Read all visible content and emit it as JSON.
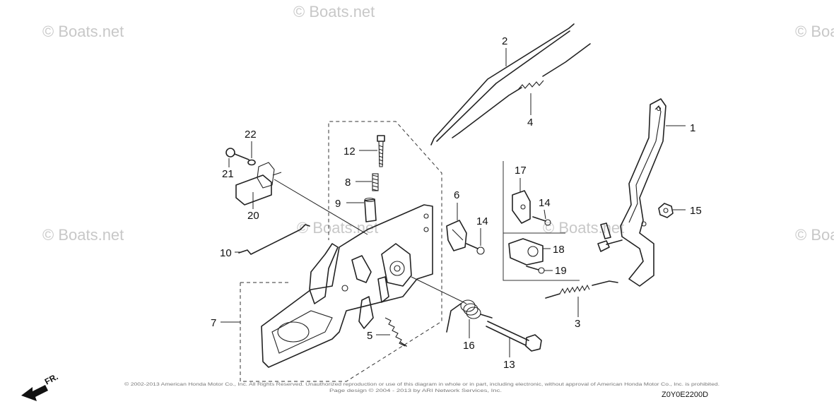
{
  "watermark": "© Boats.net",
  "diagram_code": "Z0Y0E2200D",
  "front_label": "FR.",
  "copyright": {
    "line1": "© 2002-2013 American Honda Motor Co., Inc. All Rights Reserved. Unauthorized reproduction or use of this diagram in whole or in part, including electronic, without approval of American Honda Motor Co., Inc. is prohibited.",
    "line2": "Page design © 2004 - 2013 by ARI Network Services, Inc."
  },
  "callouts": [
    "1",
    "2",
    "3",
    "4",
    "5",
    "6",
    "7",
    "8",
    "9",
    "10",
    "12",
    "13",
    "14",
    "14",
    "15",
    "16",
    "17",
    "18",
    "19",
    "20",
    "21",
    "22"
  ]
}
